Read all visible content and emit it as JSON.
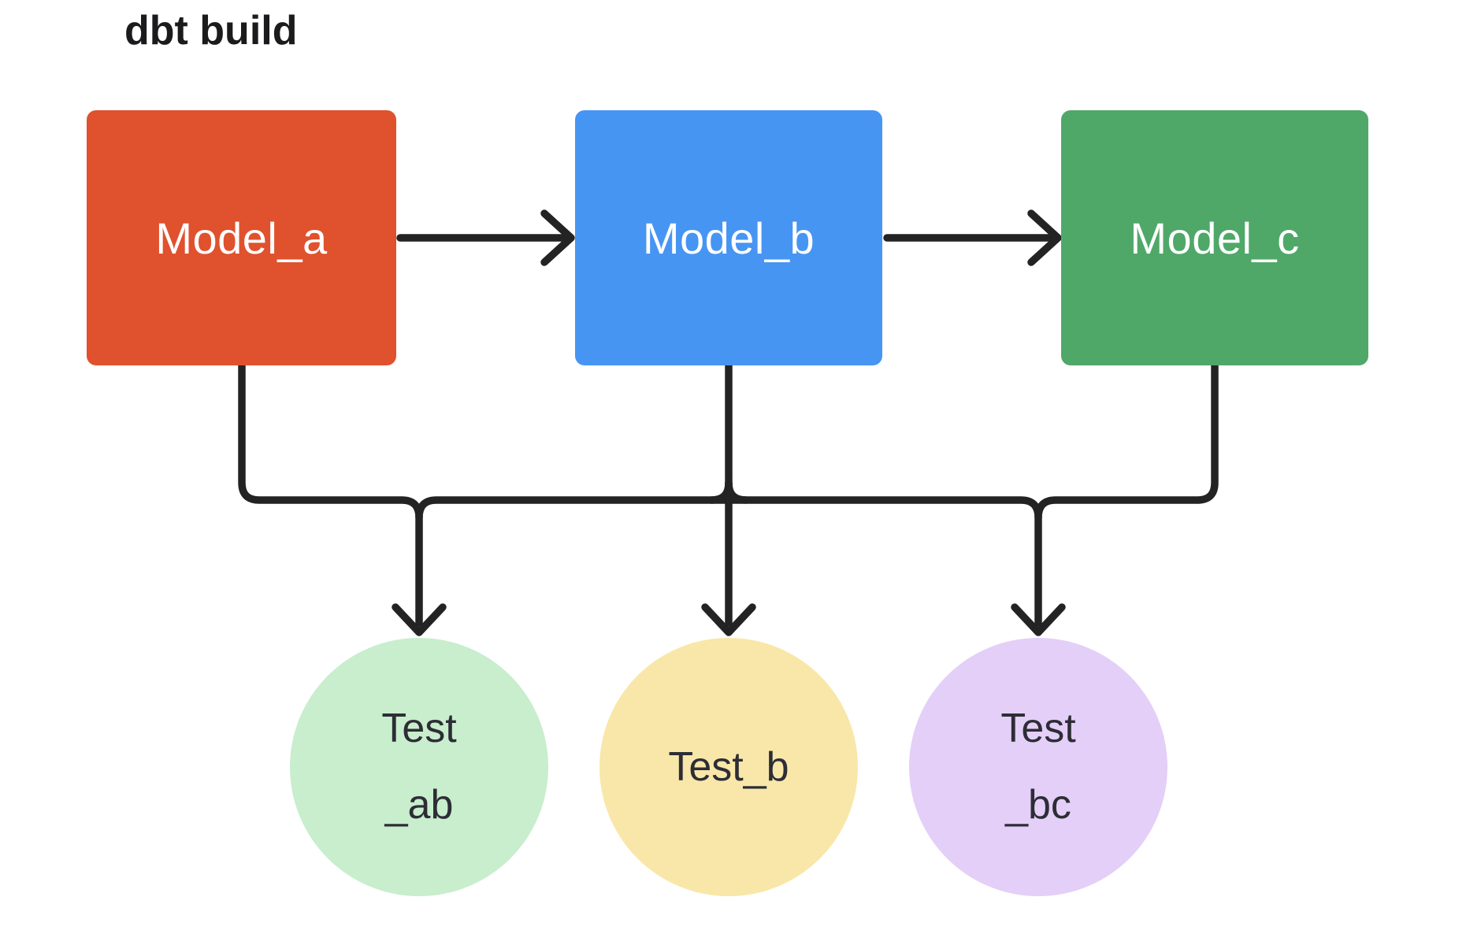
{
  "title": "dbt build",
  "colors": {
    "background": "#ffffff",
    "line": "#232323",
    "title_text": "#1b1b1d",
    "model_text": "#ffffff",
    "test_text": "#2d2d36"
  },
  "models": [
    {
      "label": "Model_a",
      "color": "#e0512d"
    },
    {
      "label": "Model_b",
      "color": "#4795f3"
    },
    {
      "label": "Model_c",
      "color": "#4fa868"
    }
  ],
  "tests": [
    {
      "label_line1": "Test",
      "label_line2": "_ab",
      "color": "#c8eecd"
    },
    {
      "label_line1": "Test_b",
      "label_line2": "",
      "color": "#f8e7a8"
    },
    {
      "label_line1": "Test",
      "label_line2": "_bc",
      "color": "#e4cff8"
    }
  ]
}
